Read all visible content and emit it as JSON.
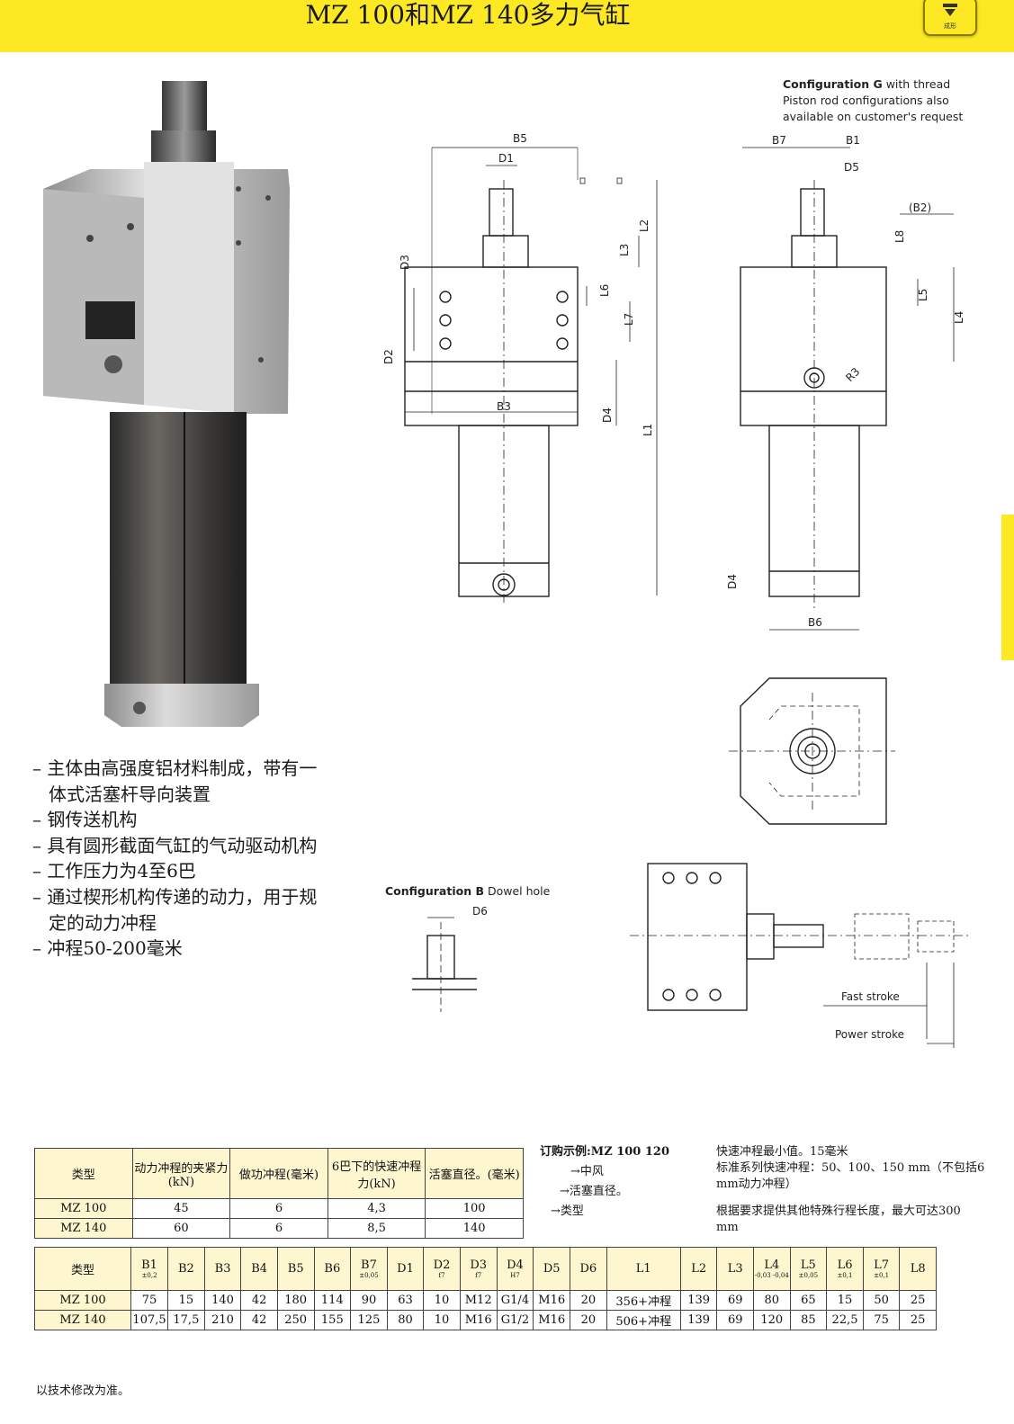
{
  "header": {
    "title": "MZ 100和MZ 140多力气缸",
    "logo_text": "成形"
  },
  "features": [
    "– 主体由高强度铝材料制成，带有一体式活塞杆导向装置",
    "– 钢传送机构",
    "– 具有圆形截面气缸的气动驱动机构",
    "– 工作压力为4至6巴",
    "– 通过楔形机构传递的动力，用于规定的动力冲程",
    "– 冲程50-200毫米"
  ],
  "captions": {
    "config_g_bold": "Configuration G",
    "config_g_rest": " with thread",
    "config_g_line2": "Piston rod configurations also",
    "config_g_line3": "available on customer's request",
    "config_b_bold": "Configuration B",
    "config_b_rest": " Dowel hole",
    "fast_stroke": "Fast stroke",
    "power_stroke": "Power stroke"
  },
  "dims": {
    "B5": "B5",
    "D1": "D1",
    "L2": "L2",
    "L3": "L3",
    "D3": "D3",
    "L6": "L6",
    "L7": "L7",
    "D2": "D2",
    "B3": "B3",
    "D4": "D4",
    "L1": "L1",
    "B7": "B7",
    "B1": "B1",
    "D5": "D5",
    "B2": "(B2)",
    "L8": "L8",
    "L5": "L5",
    "L4": "L4",
    "R3": "R3",
    "D4b": "D4",
    "B6": "B6",
    "D6": "D6"
  },
  "table1": {
    "headers": [
      "类型",
      "动力冲程的夹紧力(kN)",
      "做功冲程(毫米)",
      "6巴下的快速冲程力(kN)",
      "活塞直径。(毫米)"
    ],
    "rows": [
      [
        "MZ 100",
        "45",
        "6",
        "4,3",
        "100"
      ],
      [
        "MZ 140",
        "60",
        "6",
        "8,5",
        "140"
      ]
    ]
  },
  "order_example": {
    "title": "订购示例:MZ 100 120",
    "l1": "中风",
    "l2": "活塞直径。",
    "l3": "类型"
  },
  "notes": {
    "p1": "快速冲程最小值。15毫米",
    "p2": "标准系列快速冲程：50、100、150 mm（不包括6 mm动力冲程）",
    "p3": "根据要求提供其他特殊行程长度，最大可达300 mm"
  },
  "table2": {
    "headers": [
      {
        "label": "类型",
        "tol": ""
      },
      {
        "label": "B1",
        "tol": "±0,2"
      },
      {
        "label": "B2",
        "tol": ""
      },
      {
        "label": "B3",
        "tol": ""
      },
      {
        "label": "B4",
        "tol": ""
      },
      {
        "label": "B5",
        "tol": ""
      },
      {
        "label": "B6",
        "tol": ""
      },
      {
        "label": "B7",
        "tol": "±0,05"
      },
      {
        "label": "D1",
        "tol": ""
      },
      {
        "label": "D2",
        "tol": "f7"
      },
      {
        "label": "D3",
        "tol": "f7"
      },
      {
        "label": "D4",
        "tol": "H7"
      },
      {
        "label": "D5",
        "tol": ""
      },
      {
        "label": "D6",
        "tol": ""
      },
      {
        "label": "L1",
        "tol": ""
      },
      {
        "label": "L2",
        "tol": ""
      },
      {
        "label": "L3",
        "tol": ""
      },
      {
        "label": "L4",
        "tol": "-0,03 -0,04"
      },
      {
        "label": "L5",
        "tol": "±0,05"
      },
      {
        "label": "L6",
        "tol": "±0,1"
      },
      {
        "label": "L7",
        "tol": "±0,1"
      },
      {
        "label": "L8",
        "tol": ""
      }
    ],
    "rows": [
      [
        "MZ 100",
        "75",
        "15",
        "140",
        "42",
        "180",
        "114",
        "90",
        "63",
        "10",
        "M12",
        "G1/4",
        "M16",
        "20",
        "356+冲程",
        "139",
        "69",
        "80",
        "65",
        "15",
        "50",
        "25"
      ],
      [
        "MZ 140",
        "107,5",
        "17,5",
        "210",
        "42",
        "250",
        "155",
        "125",
        "80",
        "10",
        "M16",
        "G1/2",
        "M16",
        "20",
        "506+冲程",
        "139",
        "69",
        "120",
        "85",
        "22,5",
        "75",
        "25"
      ]
    ]
  },
  "footer": "以技术修改为准。"
}
